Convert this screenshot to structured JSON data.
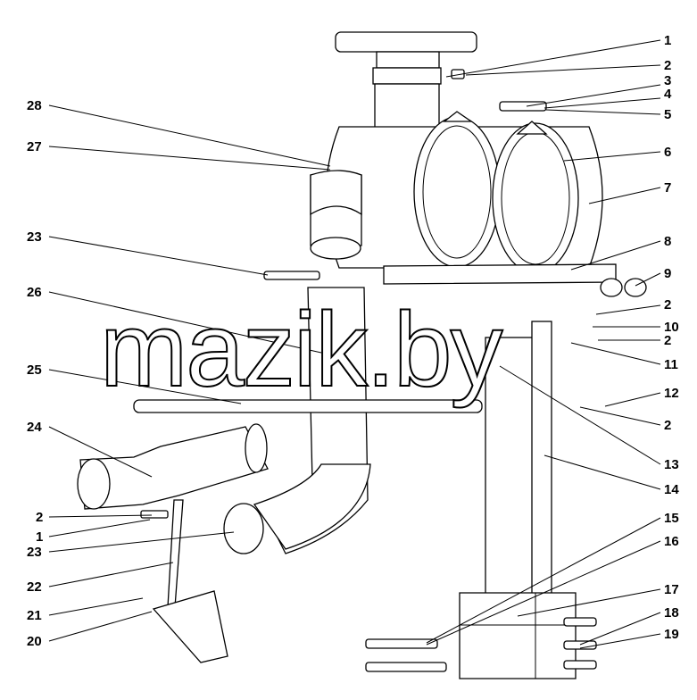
{
  "watermark": "mazik.by",
  "callouts": [
    {
      "id": "1",
      "label": "1"
    },
    {
      "id": "2a",
      "label": "2"
    },
    {
      "id": "3",
      "label": "3"
    },
    {
      "id": "4",
      "label": "4"
    },
    {
      "id": "5",
      "label": "5"
    },
    {
      "id": "6",
      "label": "6"
    },
    {
      "id": "7",
      "label": "7"
    },
    {
      "id": "8",
      "label": "8"
    },
    {
      "id": "9",
      "label": "9"
    },
    {
      "id": "2b",
      "label": "2"
    },
    {
      "id": "10",
      "label": "10"
    },
    {
      "id": "2c",
      "label": "2"
    },
    {
      "id": "11",
      "label": "11"
    },
    {
      "id": "12",
      "label": "12"
    },
    {
      "id": "2d",
      "label": "2"
    },
    {
      "id": "13",
      "label": "13"
    },
    {
      "id": "14",
      "label": "14"
    },
    {
      "id": "15",
      "label": "15"
    },
    {
      "id": "16",
      "label": "16"
    },
    {
      "id": "17",
      "label": "17"
    },
    {
      "id": "18",
      "label": "18"
    },
    {
      "id": "19",
      "label": "19"
    },
    {
      "id": "28",
      "label": "28"
    },
    {
      "id": "27",
      "label": "27"
    },
    {
      "id": "23a",
      "label": "23"
    },
    {
      "id": "26",
      "label": "26"
    },
    {
      "id": "25",
      "label": "25"
    },
    {
      "id": "24",
      "label": "24"
    },
    {
      "id": "2e",
      "label": "2"
    },
    {
      "id": "1b",
      "label": "1"
    },
    {
      "id": "23b",
      "label": "23"
    },
    {
      "id": "22",
      "label": "22"
    },
    {
      "id": "21",
      "label": "21"
    },
    {
      "id": "20",
      "label": "20"
    }
  ]
}
